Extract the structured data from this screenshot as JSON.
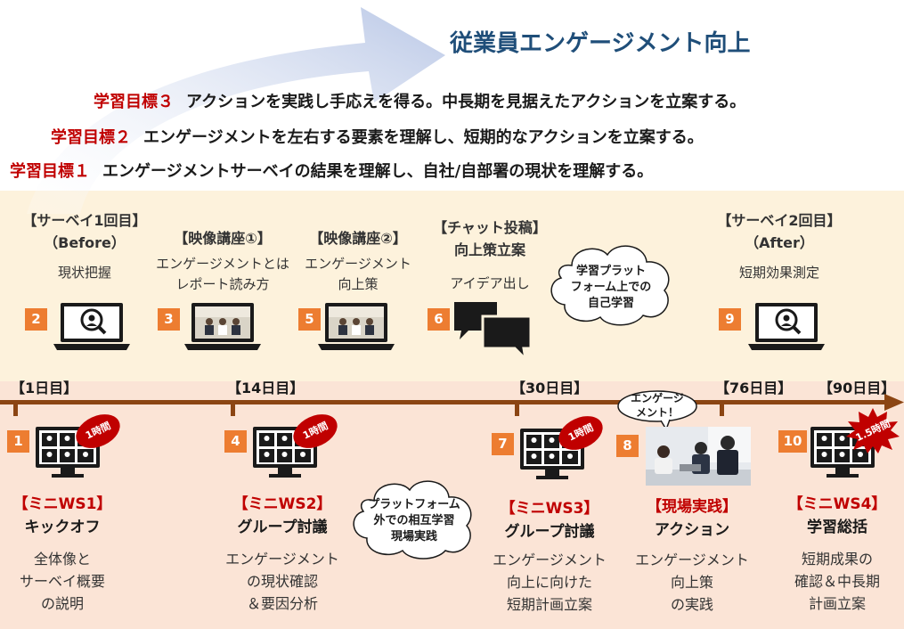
{
  "title": "従業員エンゲージメント向上",
  "goals": [
    {
      "label": "学習目標３",
      "text": "アクションを実践し手応えを得る。中長期を見据えたアクションを立案する。"
    },
    {
      "label": "学習目標２",
      "text": "エンゲージメントを左右する要素を理解し、短期的なアクションを立案する。"
    },
    {
      "label": "学習目標１",
      "text": "エンゲージメントサーベイの結果を理解し、自社/自部署の現状を理解する。"
    }
  ],
  "upper_steps": [
    {
      "num": "2",
      "title_lines": [
        "【サーベイ1回目】",
        "（Before）"
      ],
      "desc_lines": [
        "現状把握"
      ],
      "icon": "survey-laptop-icon"
    },
    {
      "num": "3",
      "title_lines": [
        "【映像講座①】"
      ],
      "desc_lines": [
        "エンゲージメントとは",
        "レポート読み方"
      ],
      "icon": "video-laptop-icon"
    },
    {
      "num": "5",
      "title_lines": [
        "【映像講座②】"
      ],
      "desc_lines": [
        "エンゲージメント",
        "向上策"
      ],
      "icon": "video-laptop-icon"
    },
    {
      "num": "6",
      "title_lines": [
        "【チャット投稿】",
        "向上策立案"
      ],
      "desc_lines": [
        "アイデア出し"
      ],
      "icon": "chat-bubbles-icon"
    },
    {
      "num": "9",
      "title_lines": [
        "【サーベイ2回目】",
        "（After）"
      ],
      "desc_lines": [
        "短期効果測定"
      ],
      "icon": "survey-laptop-icon"
    }
  ],
  "clouds": {
    "self_study": [
      "学習プラット",
      "フォーム上での",
      "自己学習"
    ],
    "mutual": [
      "プラットフォーム",
      "外での相互学習",
      "現場実践"
    ],
    "speech": [
      "エンゲージ",
      "メント！"
    ]
  },
  "days": [
    "【1日目】",
    "【14日目】",
    "【30日目】",
    "【76日目】",
    "【90日目】"
  ],
  "lower_steps": [
    {
      "num": "1",
      "badge": "1時間",
      "title_lines": [
        "【ミニWS1】",
        "キックオフ"
      ],
      "desc_lines": [
        "全体像と",
        "サーベイ概要",
        "の説明"
      ]
    },
    {
      "num": "4",
      "badge": "1時間",
      "title_lines": [
        "【ミニWS2】",
        "グループ討議"
      ],
      "desc_lines": [
        "エンゲージメント",
        "の現状確認",
        "＆要因分析"
      ]
    },
    {
      "num": "7",
      "badge": "1時間",
      "title_lines": [
        "【ミニWS3】",
        "グループ討議"
      ],
      "desc_lines": [
        "エンゲージメント",
        "向上に向けた",
        "短期計画立案"
      ]
    },
    {
      "num": "8",
      "badge": "",
      "title_lines": [
        "【現場実践】",
        "アクション"
      ],
      "desc_lines": [
        "エンゲージメント",
        "向上策",
        "の実践"
      ]
    },
    {
      "num": "10",
      "badge": "1.5時間",
      "title_lines": [
        "【ミニWS4】",
        "学習総括"
      ],
      "desc_lines": [
        "短期成果の",
        "確認＆中長期",
        "計画立案"
      ]
    }
  ],
  "colors": {
    "accent_red": "#c00000",
    "number_orange": "#ed7d31",
    "timeline_brown": "#8b4513",
    "title_blue": "#1f4e79"
  }
}
